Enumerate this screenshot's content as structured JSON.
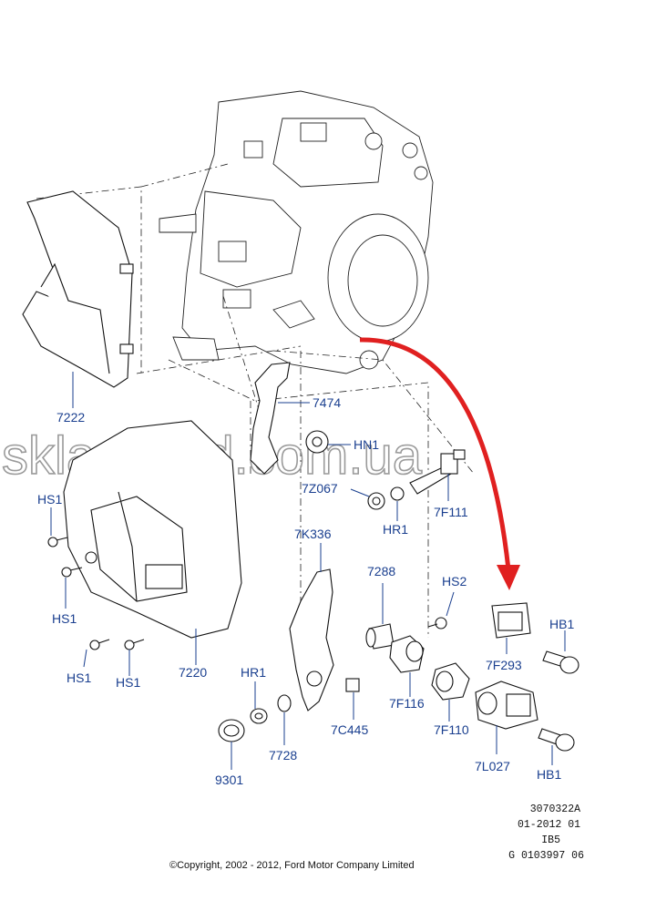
{
  "labels": {
    "p7222": "7222",
    "p7474": "7474",
    "hn1": "HN1",
    "p7z067": "7Z067",
    "hr1_top": "HR1",
    "p7f111": "7F111",
    "hs1_a": "HS1",
    "hs1_b": "HS1",
    "hs1_c": "HS1",
    "hs1_d": "HS1",
    "p7220": "7220",
    "p7k336": "7K336",
    "p7288": "7288",
    "hs2": "HS2",
    "hb1_top": "HB1",
    "p7f293": "7F293",
    "hr1_bottom": "HR1",
    "p7f116": "7F116",
    "p7c445": "7C445",
    "p7f110": "7F110",
    "p7728": "7728",
    "p7l027": "7L027",
    "hb1_bottom": "HB1",
    "p9301": "9301"
  },
  "watermark": "sklad-ford.com.ua",
  "meta": {
    "line1": "3070322A",
    "line2": "01-2012 01",
    "line3": "IB5",
    "line4": "G 0103997 06"
  },
  "copyright": "©Copyright, 2002 - 2012, Ford Motor Company Limited",
  "colors": {
    "label": "#1a3f8f",
    "arrow": "#e02020",
    "line": "#111111"
  }
}
